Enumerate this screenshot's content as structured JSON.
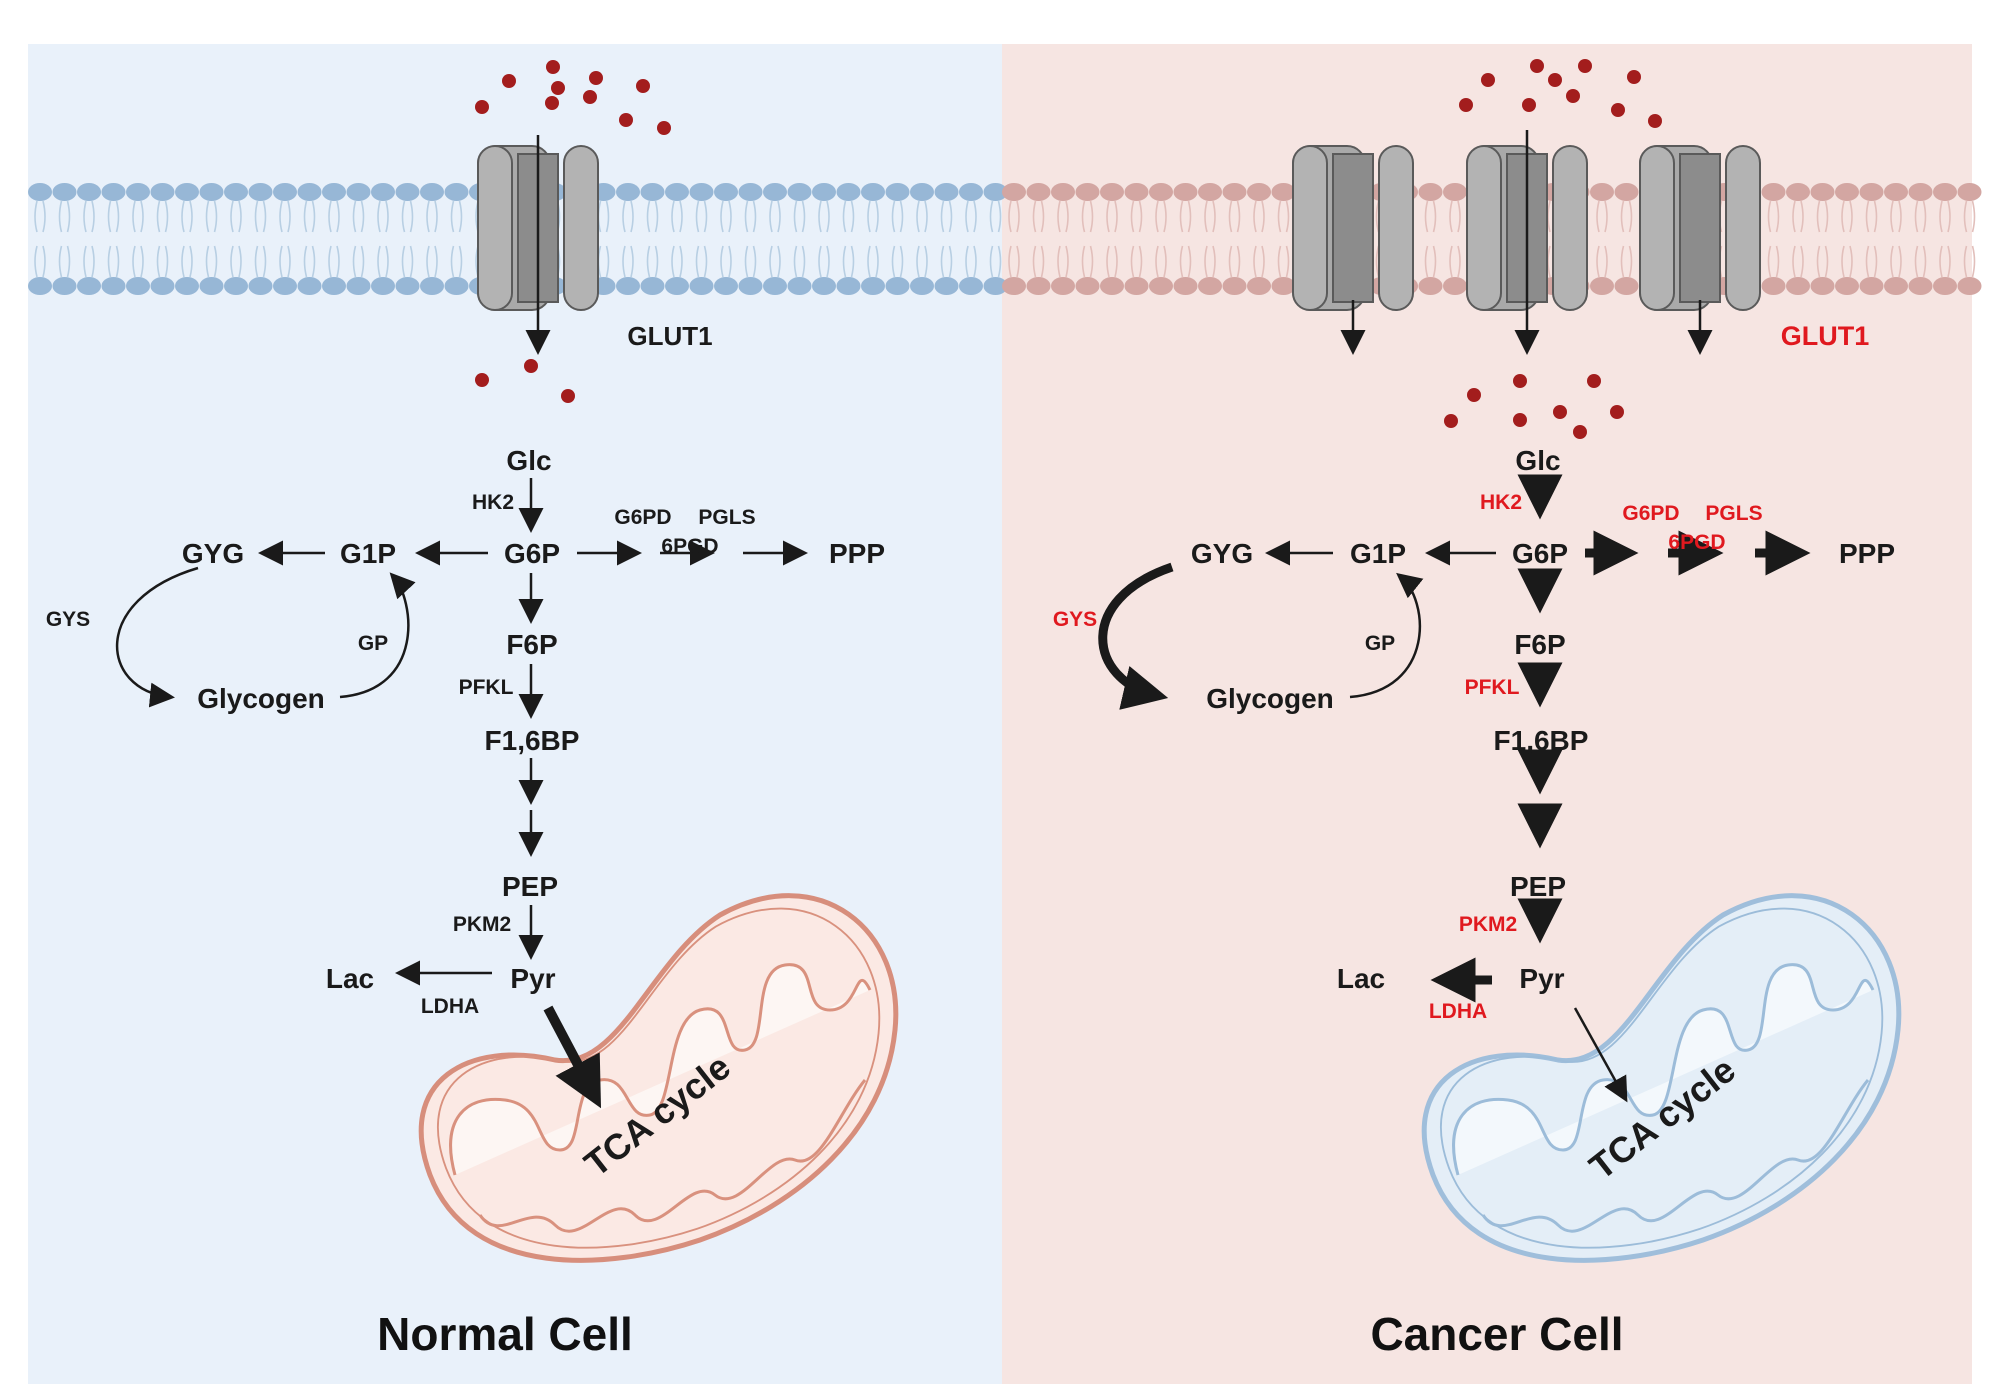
{
  "colors": {
    "normal_panel_bg": "#e9f1fa",
    "cancer_panel_bg": "#f6e5e2",
    "highlight_red": "#e0191f",
    "glucose_dot": "#a31d1d",
    "text": "#1a1a1a"
  },
  "normal": {
    "title": "Normal Cell",
    "transporter": "GLUT1",
    "metabolites": {
      "glc": "Glc",
      "g6p": "G6P",
      "g1p": "G1P",
      "gyg": "GYG",
      "glycogen": "Glycogen",
      "f6p": "F6P",
      "f16bp": "F1,6BP",
      "pep": "PEP",
      "pyr": "Pyr",
      "lac": "Lac",
      "ppp": "PPP"
    },
    "enzymes": {
      "hk2": "HK2",
      "g6pd": "G6PD",
      "pgls": "PGLS",
      "6pgd": "6PGD",
      "gys": "GYS",
      "gp": "GP",
      "pfkl": "PFKL",
      "pkm2": "PKM2",
      "ldha": "LDHA"
    },
    "mito_label": "TCA cycle"
  },
  "cancer": {
    "title": "Cancer Cell",
    "transporter": "GLUT1",
    "metabolites": {
      "glc": "Glc",
      "g6p": "G6P",
      "g1p": "G1P",
      "gyg": "GYG",
      "glycogen": "Glycogen",
      "f6p": "F6P",
      "f16bp": "F1,6BP",
      "pep": "PEP",
      "pyr": "Pyr",
      "lac": "Lac",
      "ppp": "PPP"
    },
    "enzymes": {
      "hk2": "HK2",
      "g6pd": "G6PD",
      "pgls": "PGLS",
      "6pgd": "6PGD",
      "gys": "GYS",
      "gp": "GP",
      "pfkl": "PFKL",
      "pkm2": "PKM2",
      "ldha": "LDHA"
    },
    "upregulated": [
      "GLUT1",
      "HK2",
      "G6PD",
      "PGLS",
      "6PGD",
      "GYS",
      "PFKL",
      "PKM2",
      "LDHA"
    ],
    "mito_label": "TCA cycle"
  }
}
